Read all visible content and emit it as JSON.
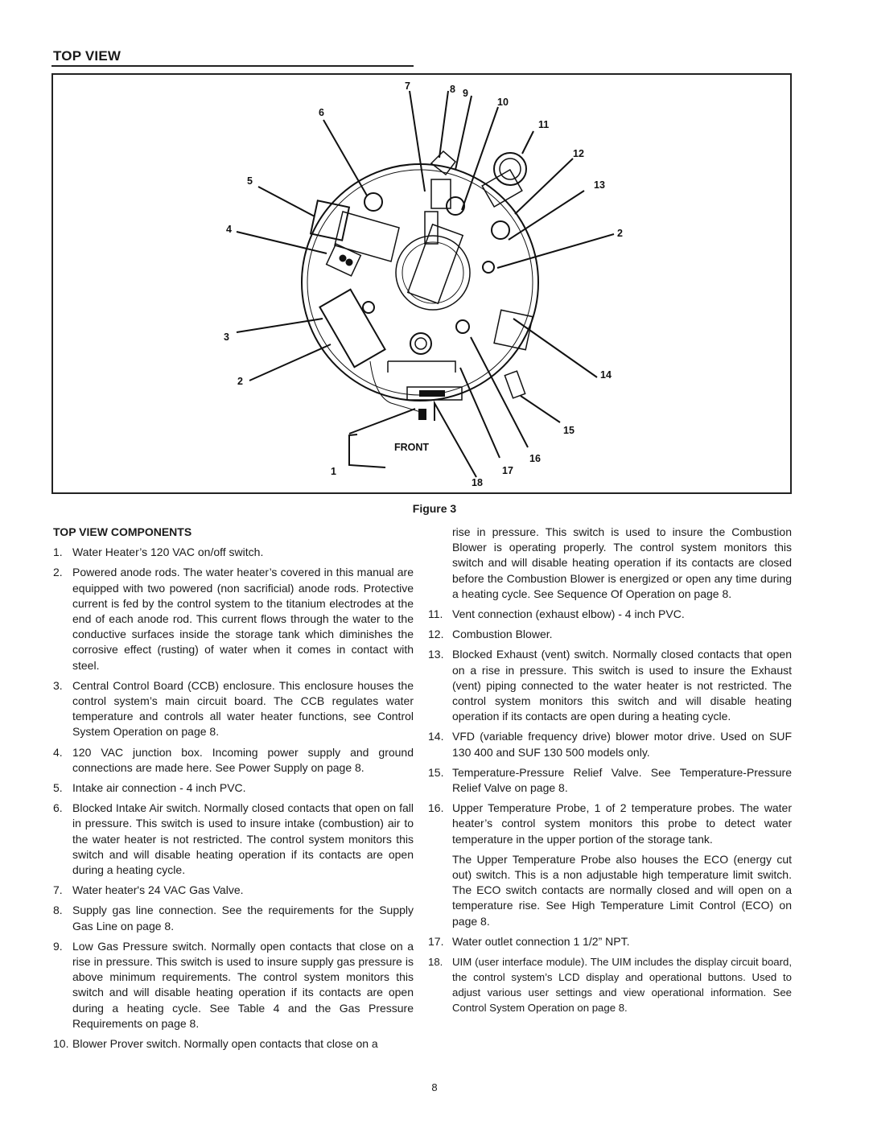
{
  "header": {
    "title": "TOP VIEW"
  },
  "figure": {
    "callouts": [
      "1",
      "2",
      "3",
      "4",
      "5",
      "6",
      "7",
      "8",
      "9",
      "10",
      "11",
      "12",
      "13",
      "14",
      "15",
      "16",
      "17",
      "18"
    ],
    "front_label": "FRONT",
    "caption": "Figure 3"
  },
  "components": {
    "heading": "TOP VIEW COMPONENTS",
    "items": [
      {
        "num": "1.",
        "text": "Water Heater’s 120 VAC on/off switch."
      },
      {
        "num": "2.",
        "text": "Powered anode rods. The water heater’s covered in this manual are equipped with two powered (non sacrificial) anode rods. Protective current is fed by the control system to the titanium electrodes at the end of each anode rod. This current flows through the water to the conductive surfaces inside the storage tank which diminishes the corrosive effect (rusting) of water when it comes in contact with steel."
      },
      {
        "num": "3.",
        "text": "Central Control Board (CCB) enclosure. This enclosure houses the control system’s main circuit board. The CCB regulates water temperature and controls all water heater functions, see Control System Operation on page 8."
      },
      {
        "num": "4.",
        "text": "120 VAC junction box. Incoming power supply and ground connections are made here. See Power Supply on page 8."
      },
      {
        "num": "5.",
        "text": "Intake air connection - 4 inch PVC."
      },
      {
        "num": "6.",
        "text": "Blocked Intake Air switch. Normally closed contacts that open on fall in pressure. This switch is used to insure intake (combustion) air to the water heater is not restricted. The control system monitors this switch and will disable heating operation if its contacts are open during a heating cycle."
      },
      {
        "num": "7.",
        "text": "Water heater's 24 VAC Gas Valve."
      },
      {
        "num": "8.",
        "text": "Supply gas line connection. See the requirements for the Supply Gas Line on page 8."
      },
      {
        "num": "9.",
        "text": "Low Gas Pressure switch. Normally open contacts that close on a rise in pressure. This switch is used to insure supply gas pressure is above minimum requirements. The control system monitors this switch and will disable heating operation if its contacts are open during a heating cycle. See Table 4 and the Gas Pressure Requirements on page 8."
      },
      {
        "num": "10.",
        "text": "Blower Prover switch. Normally open contacts that close on a"
      },
      {
        "cont": "rise in pressure. This switch is used to insure the Combustion Blower is operating properly. The control system monitors this switch and will disable heating operation if its contacts are closed before the Combustion Blower is energized or open any time during a heating cycle. See Sequence Of Operation on page 8."
      },
      {
        "num": "11.",
        "text": "Vent connection (exhaust elbow) - 4 inch PVC."
      },
      {
        "num": "12.",
        "text": "Combustion Blower."
      },
      {
        "num": "13.",
        "text": "Blocked Exhaust (vent) switch. Normally closed contacts that open on a rise in pressure. This switch is used to insure the Exhaust (vent) piping connected to the water heater is not restricted. The control system monitors this switch and will disable heating operation if its contacts are open during a heating cycle."
      },
      {
        "num": "14.",
        "text": "VFD (variable frequency drive) blower motor drive. Used on SUF 130 400 and SUF 130 500 models only."
      },
      {
        "num": "15.",
        "text": "Temperature-Pressure Relief Valve. See Temperature-Pressure Relief Valve on page 8."
      },
      {
        "num": "16.",
        "text": "Upper Temperature Probe, 1 of 2 temperature probes. The water heater’s control system monitors this probe to detect water temperature in the upper portion of the storage tank."
      },
      {
        "para": "The Upper Temperature Probe also houses the ECO (energy cut out) switch. This is a non adjustable high temperature limit switch. The ECO switch contacts are normally closed and will open on a temperature rise. See High Temperature Limit Control (ECO) on page 8."
      },
      {
        "num": "17.",
        "text": "Water outlet connection 1 1/2” NPT."
      },
      {
        "num": "18.",
        "text": "UIM (user interface module). The UIM includes the display circuit board, the control system’s LCD display and operational buttons. Used to adjust various user settings and view operational information. See Control System Operation on page 8."
      }
    ]
  },
  "footer": {
    "page_number": "8"
  }
}
